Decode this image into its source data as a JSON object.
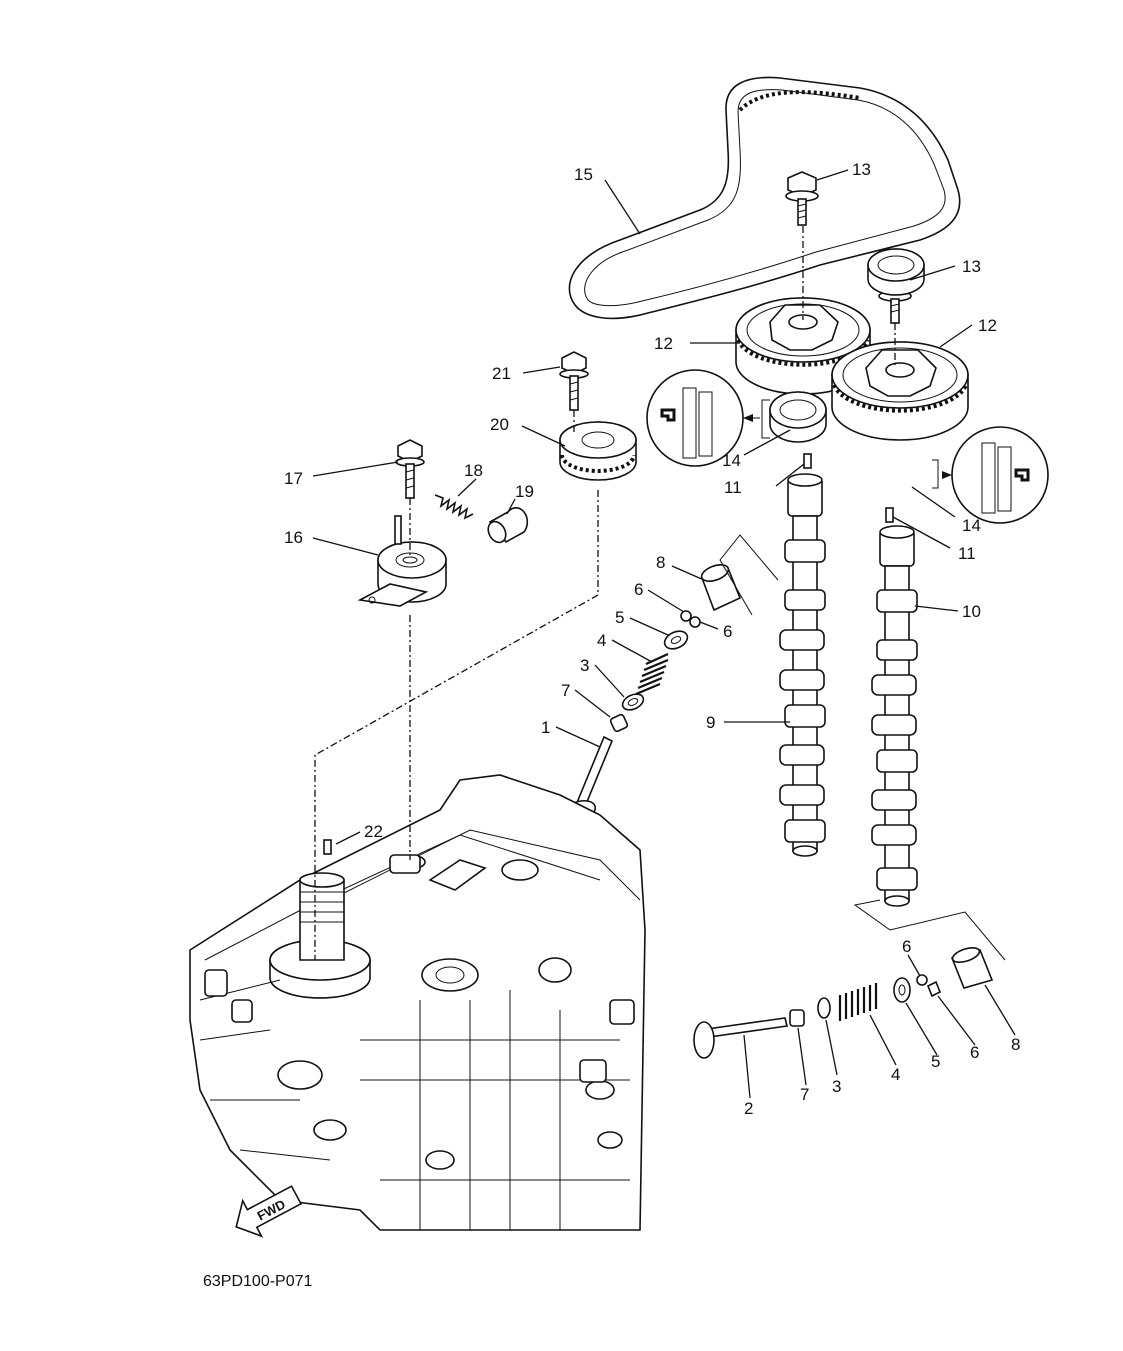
{
  "diagram": {
    "code": "63PD100-P071",
    "fwd_label": "FWD",
    "callouts": [
      {
        "id": "c15",
        "label": "15"
      },
      {
        "id": "c13a",
        "label": "13"
      },
      {
        "id": "c13b",
        "label": "13"
      },
      {
        "id": "c12a",
        "label": "12"
      },
      {
        "id": "c12b",
        "label": "12"
      },
      {
        "id": "c21",
        "label": "21"
      },
      {
        "id": "c20",
        "label": "20"
      },
      {
        "id": "c14a",
        "label": "14"
      },
      {
        "id": "c14b",
        "label": "14"
      },
      {
        "id": "c11a",
        "label": "11"
      },
      {
        "id": "c11b",
        "label": "11"
      },
      {
        "id": "c17",
        "label": "17"
      },
      {
        "id": "c18",
        "label": "18"
      },
      {
        "id": "c19",
        "label": "19"
      },
      {
        "id": "c16",
        "label": "16"
      },
      {
        "id": "c8a",
        "label": "8"
      },
      {
        "id": "c6a",
        "label": "6"
      },
      {
        "id": "c6b",
        "label": "6"
      },
      {
        "id": "c5a",
        "label": "5"
      },
      {
        "id": "c4a",
        "label": "4"
      },
      {
        "id": "c3a",
        "label": "3"
      },
      {
        "id": "c7a",
        "label": "7"
      },
      {
        "id": "c1",
        "label": "1"
      },
      {
        "id": "c10",
        "label": "10"
      },
      {
        "id": "c9",
        "label": "9"
      },
      {
        "id": "c22",
        "label": "22"
      },
      {
        "id": "c6c",
        "label": "6"
      },
      {
        "id": "c8b",
        "label": "8"
      },
      {
        "id": "c6d",
        "label": "6"
      },
      {
        "id": "c5b",
        "label": "5"
      },
      {
        "id": "c4b",
        "label": "4"
      },
      {
        "id": "c3b",
        "label": "3"
      },
      {
        "id": "c7b",
        "label": "7"
      },
      {
        "id": "c2",
        "label": "2"
      }
    ]
  }
}
